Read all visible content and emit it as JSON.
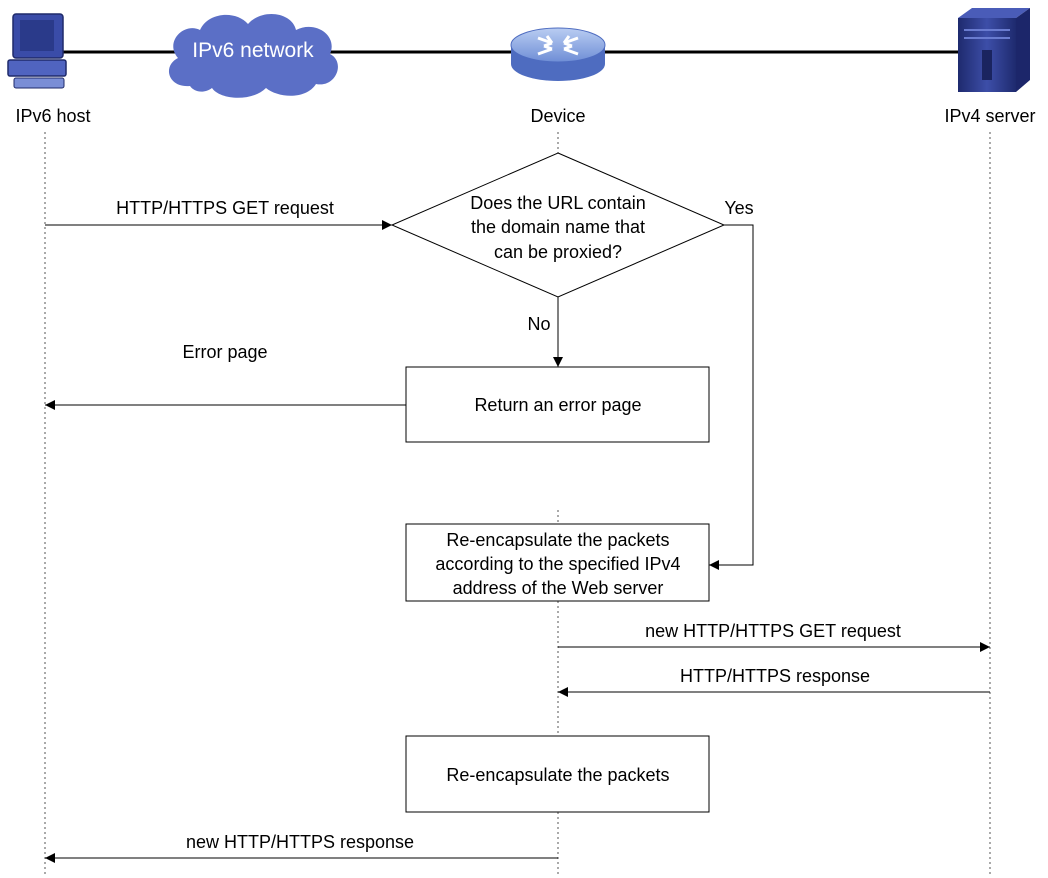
{
  "nodes": {
    "host": "IPv6 host",
    "network": "IPv6 network",
    "device": "Device",
    "server": "IPv4 server"
  },
  "decision": {
    "line1": "Does the URL contain",
    "line2": "the domain name that",
    "line3": "can be proxied?",
    "yes": "Yes",
    "no": "No"
  },
  "boxes": {
    "error": "Return an error page",
    "reencap1_line1": "Re-encapsulate the packets",
    "reencap1_line2": "according to the specified IPv4",
    "reencap1_line3": "address of the Web server",
    "reencap2": "Re-encapsulate the packets"
  },
  "messages": {
    "get_request": "HTTP/HTTPS GET request",
    "error_page": "Error page",
    "new_get_request": "new HTTP/HTTPS GET request",
    "response": "HTTP/HTTPS response",
    "new_response": "new HTTP/HTTPS response"
  },
  "colors": {
    "cloud": "#5b6fc6",
    "router": "#6f8ed6",
    "pc": "#3a4ca8",
    "server": "#2d3a8c"
  }
}
